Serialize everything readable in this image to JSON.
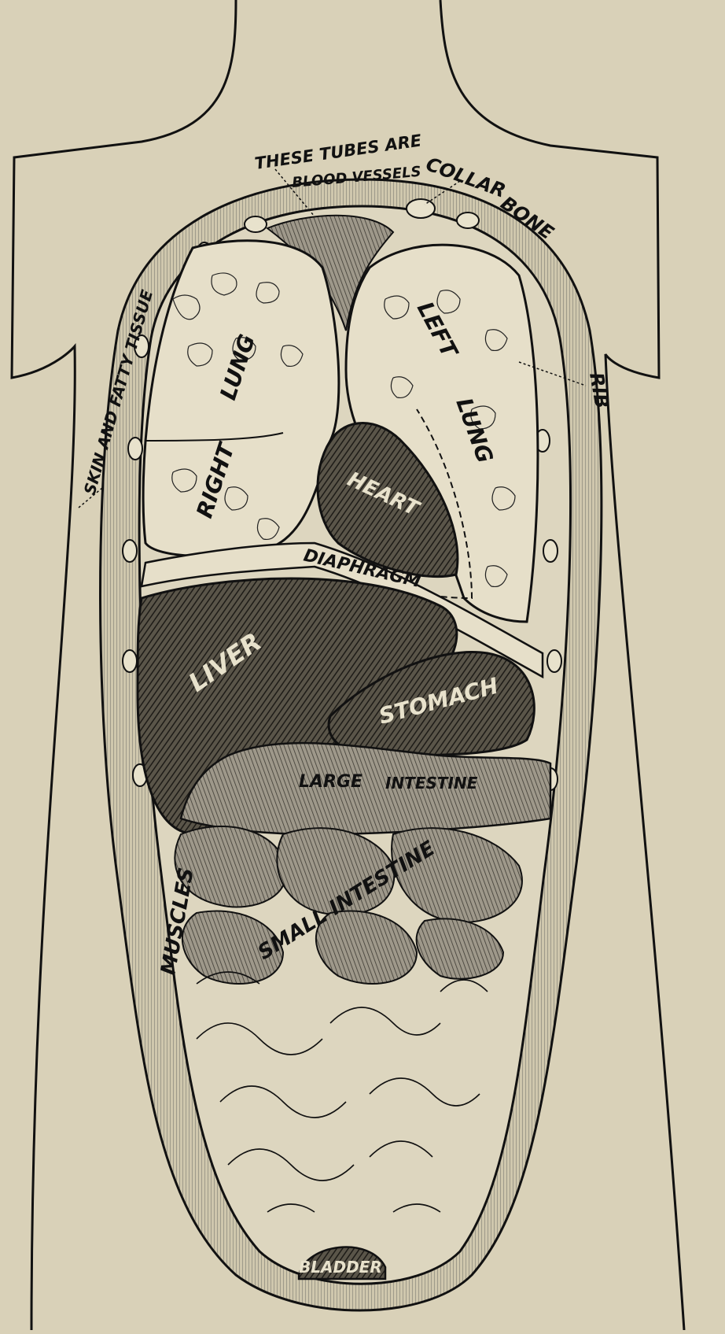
{
  "colors": {
    "paper": "#d9d1b8",
    "ink": "#111111",
    "organ_dark": "#3a3a3a",
    "organ_mid": "#6b665a",
    "lung_fill": "#e6dfc9"
  },
  "labels": {
    "these_tubes_line1": "THESE TUBES ARE",
    "these_tubes_line2": "BLOOD VESSELS",
    "collar": "COLLAR",
    "bone": "BONE",
    "skin_fatty_tissue": "SKIN AND FATTY TISSUE",
    "rib": "RIB",
    "right": "RIGHT",
    "lung_right": "LUNG",
    "left": "LEFT",
    "lung_left": "LUNG",
    "heart": "HEART",
    "diaphragm": "DIAPHRAGM",
    "liver": "LIVER",
    "stomach": "STOMACH",
    "large": "LARGE",
    "intestine": "INTESTINE",
    "small_intestine": "SMALL INTESTINE",
    "muscles": "MUSCLES",
    "bladder": "BLADDER"
  }
}
